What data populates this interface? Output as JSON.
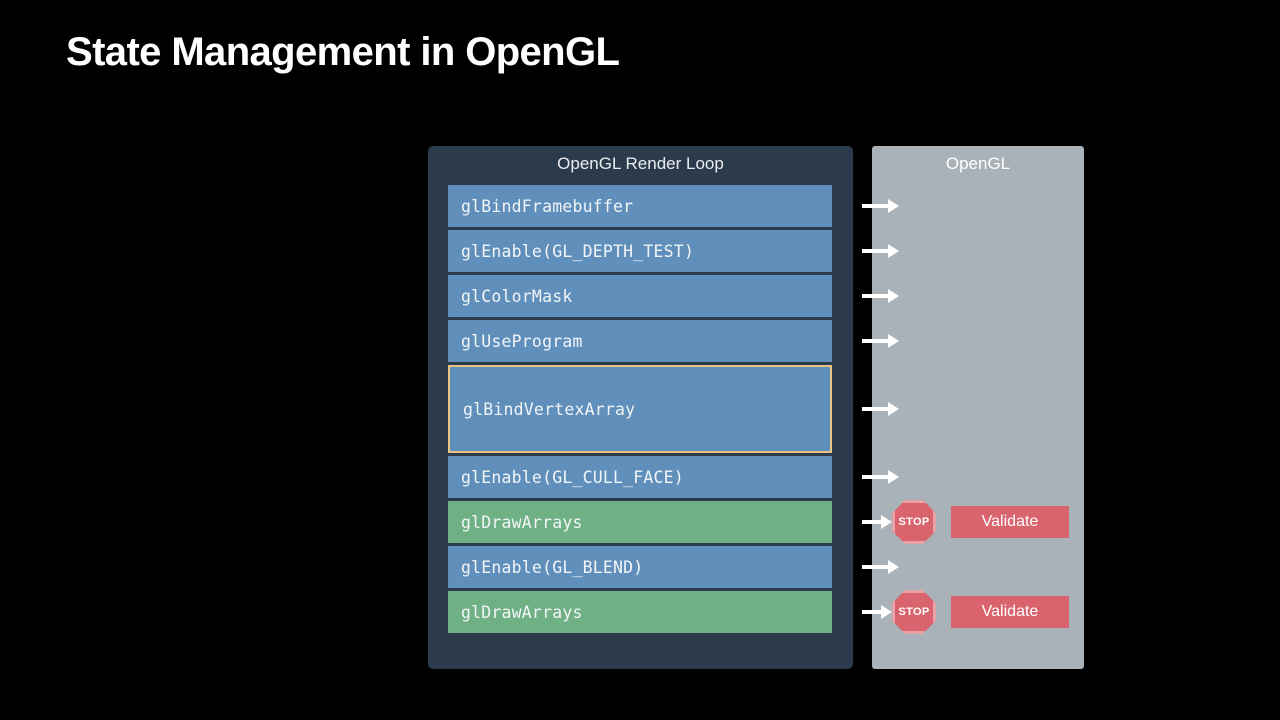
{
  "slide": {
    "title": "State Management in OpenGL",
    "background": "#000000"
  },
  "colors": {
    "panel_dark": "#2b3b4b",
    "panel_gray": "#a9b1b9",
    "state_call": "#5f8fba",
    "draw_call": "#6fb184",
    "highlight_border": "#e9c684",
    "validate_red": "#d9646e",
    "arrow": "#ffffff"
  },
  "loop_panel": {
    "title": "OpenGL Render Loop",
    "rows": [
      {
        "label": "glBindFramebuffer",
        "kind": "state",
        "highlighted": false,
        "validates": false
      },
      {
        "label": "glEnable(GL_DEPTH_TEST)",
        "kind": "state",
        "highlighted": false,
        "validates": false
      },
      {
        "label": "glColorMask",
        "kind": "state",
        "highlighted": false,
        "validates": false
      },
      {
        "label": "glUseProgram",
        "kind": "state",
        "highlighted": false,
        "validates": false
      },
      {
        "label": "glBindVertexArray",
        "kind": "state",
        "highlighted": true,
        "validates": false
      },
      {
        "label": "glEnable(GL_CULL_FACE)",
        "kind": "state",
        "highlighted": false,
        "validates": false
      },
      {
        "label": "glDrawArrays",
        "kind": "draw",
        "highlighted": false,
        "validates": true
      },
      {
        "label": "glEnable(GL_BLEND)",
        "kind": "state",
        "highlighted": false,
        "validates": false
      },
      {
        "label": "glDrawArrays",
        "kind": "draw",
        "highlighted": false,
        "validates": true
      }
    ]
  },
  "gl_panel": {
    "title": "OpenGL",
    "validations": [
      {
        "stop_label": "STOP",
        "badge_label": "Validate"
      },
      {
        "stop_label": "STOP",
        "badge_label": "Validate"
      }
    ]
  }
}
